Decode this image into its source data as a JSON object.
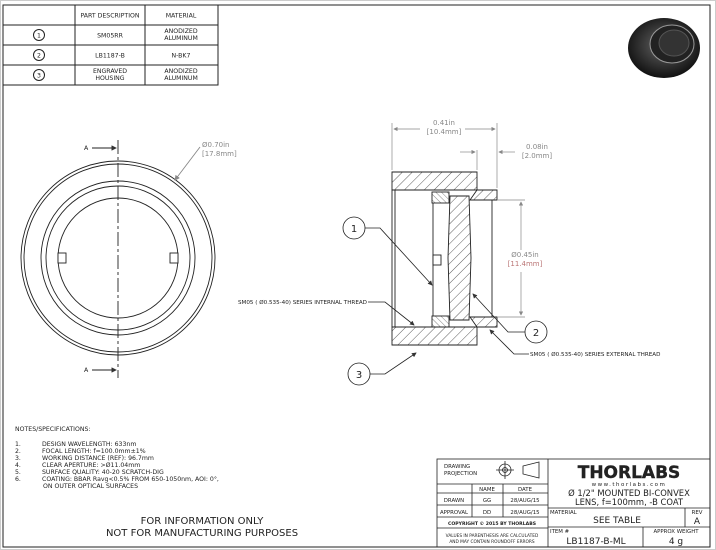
{
  "parts_table": {
    "headers": [
      "PART DESCRIPTION",
      "MATERIAL"
    ],
    "rows": [
      {
        "num": "1",
        "description": "SM05RR",
        "material_1": "ANODIZED",
        "material_2": "ALUMINUM"
      },
      {
        "num": "2",
        "description": "LB1187-B",
        "material_1": "N-BK7",
        "material_2": ""
      },
      {
        "num": "3",
        "description_1": "ENGRAVED",
        "description_2": "HOUSING",
        "material_1": "ANODIZED",
        "material_2": "ALUMINUM"
      }
    ]
  },
  "front_view": {
    "section_label": "A",
    "diameter_in": "Ø0.70in",
    "diameter_mm": "[17.8mm]"
  },
  "side_view": {
    "length_in": "0.41in",
    "length_mm": "[10.4mm]",
    "thread_len_in": "0.08in",
    "thread_len_mm": "[2.0mm]",
    "aperture_in": "Ø0.45in",
    "aperture_mm": "[11.4mm]",
    "internal_thread": "SM05 ( Ø0.535-40) SERIES INTERNAL THREAD",
    "external_thread": "SM05 ( Ø0.535-40) SERIES EXTERNAL THREAD",
    "callouts": [
      "1",
      "2",
      "3"
    ]
  },
  "notes": {
    "title": "NOTES/SPECIFICATIONS:",
    "items": [
      {
        "n": "1.",
        "text": "DESIGN WAVELENGTH: 633nm"
      },
      {
        "n": "2.",
        "text": "FOCAL LENGTH: f=100.0mm±1%"
      },
      {
        "n": "3.",
        "text": "WORKING DISTANCE (REF): 96.7mm"
      },
      {
        "n": "4.",
        "text": "CLEAR APERTURE: >Ø11.04mm"
      },
      {
        "n": "5.",
        "text": "SURFACE QUALITY: 40-20 SCRATCH-DIG"
      },
      {
        "n": "6.",
        "text": "COATING: BBAR Ravg<0.5% FROM 650-1050nm, AOI: 0°,"
      }
    ],
    "item6_cont": "ON OUTER OPTICAL SURFACES"
  },
  "disclaimer": [
    "FOR INFORMATION ONLY",
    "NOT FOR MANUFACTURING PURPOSES"
  ],
  "title_block": {
    "projection_label_1": "DRAWING",
    "projection_label_2": "PROJECTION",
    "name_header": "NAME",
    "date_header": "DATE",
    "drawn_label": "DRAWN",
    "drawn_name": "GG",
    "drawn_date": "28/AUG/15",
    "approval_label": "APPROVAL",
    "approval_name": "DD",
    "approval_date": "28/AUG/15",
    "copyright": "COPYRIGHT © 2015 BY THORLABS",
    "values_note_1": "VALUES IN PARENTHESIS ARE CALCULATED",
    "values_note_2": "AND MAY CONTAIN ROUNDOFF ERRORS",
    "logo": "THORLABS",
    "website": "www.thorlabs.com",
    "title_1": "Ø 1/2\" MOUNTED BI-CONVEX",
    "title_2": "LENS, f=100mm, -B COAT",
    "material_label": "MATERIAL",
    "material_value": "SEE TABLE",
    "rev_label": "REV",
    "rev_value": "A",
    "item_label": "ITEM #",
    "item_value": "LB1187-B-ML",
    "weight_label": "APPROX WEIGHT",
    "weight_value": "4 g"
  }
}
